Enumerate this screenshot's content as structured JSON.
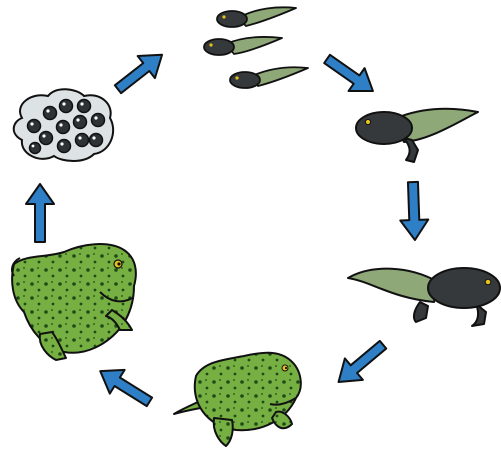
{
  "diagram": {
    "stages": [
      {
        "id": "eggs",
        "icon": "frogspawn-icon"
      },
      {
        "id": "hatchlings",
        "icon": "hatchling-tadpoles-icon"
      },
      {
        "id": "tadpole-hind-legs",
        "icon": "tadpole-with-hind-legs-icon"
      },
      {
        "id": "tadpole-four-legs",
        "icon": "tadpole-with-four-legs-icon"
      },
      {
        "id": "froglet",
        "icon": "froglet-icon"
      },
      {
        "id": "adult-frog",
        "icon": "adult-frog-icon"
      }
    ],
    "arrows": [
      {
        "from": "eggs",
        "to": "hatchlings"
      },
      {
        "from": "hatchlings",
        "to": "tadpole-hind-legs"
      },
      {
        "from": "tadpole-hind-legs",
        "to": "tadpole-four-legs"
      },
      {
        "from": "tadpole-four-legs",
        "to": "froglet"
      },
      {
        "from": "froglet",
        "to": "adult-frog"
      },
      {
        "from": "adult-frog",
        "to": "eggs"
      }
    ],
    "colors": {
      "arrow": "#2f7fc6",
      "outline": "#111111",
      "tadpole_body": "#35393b",
      "tadpole_tail": "#8fa878",
      "frog_green": "#76b043",
      "frog_spot": "#1f4a16",
      "egg_jelly": "#cfd6d8",
      "eye": "#e8c21c"
    }
  }
}
